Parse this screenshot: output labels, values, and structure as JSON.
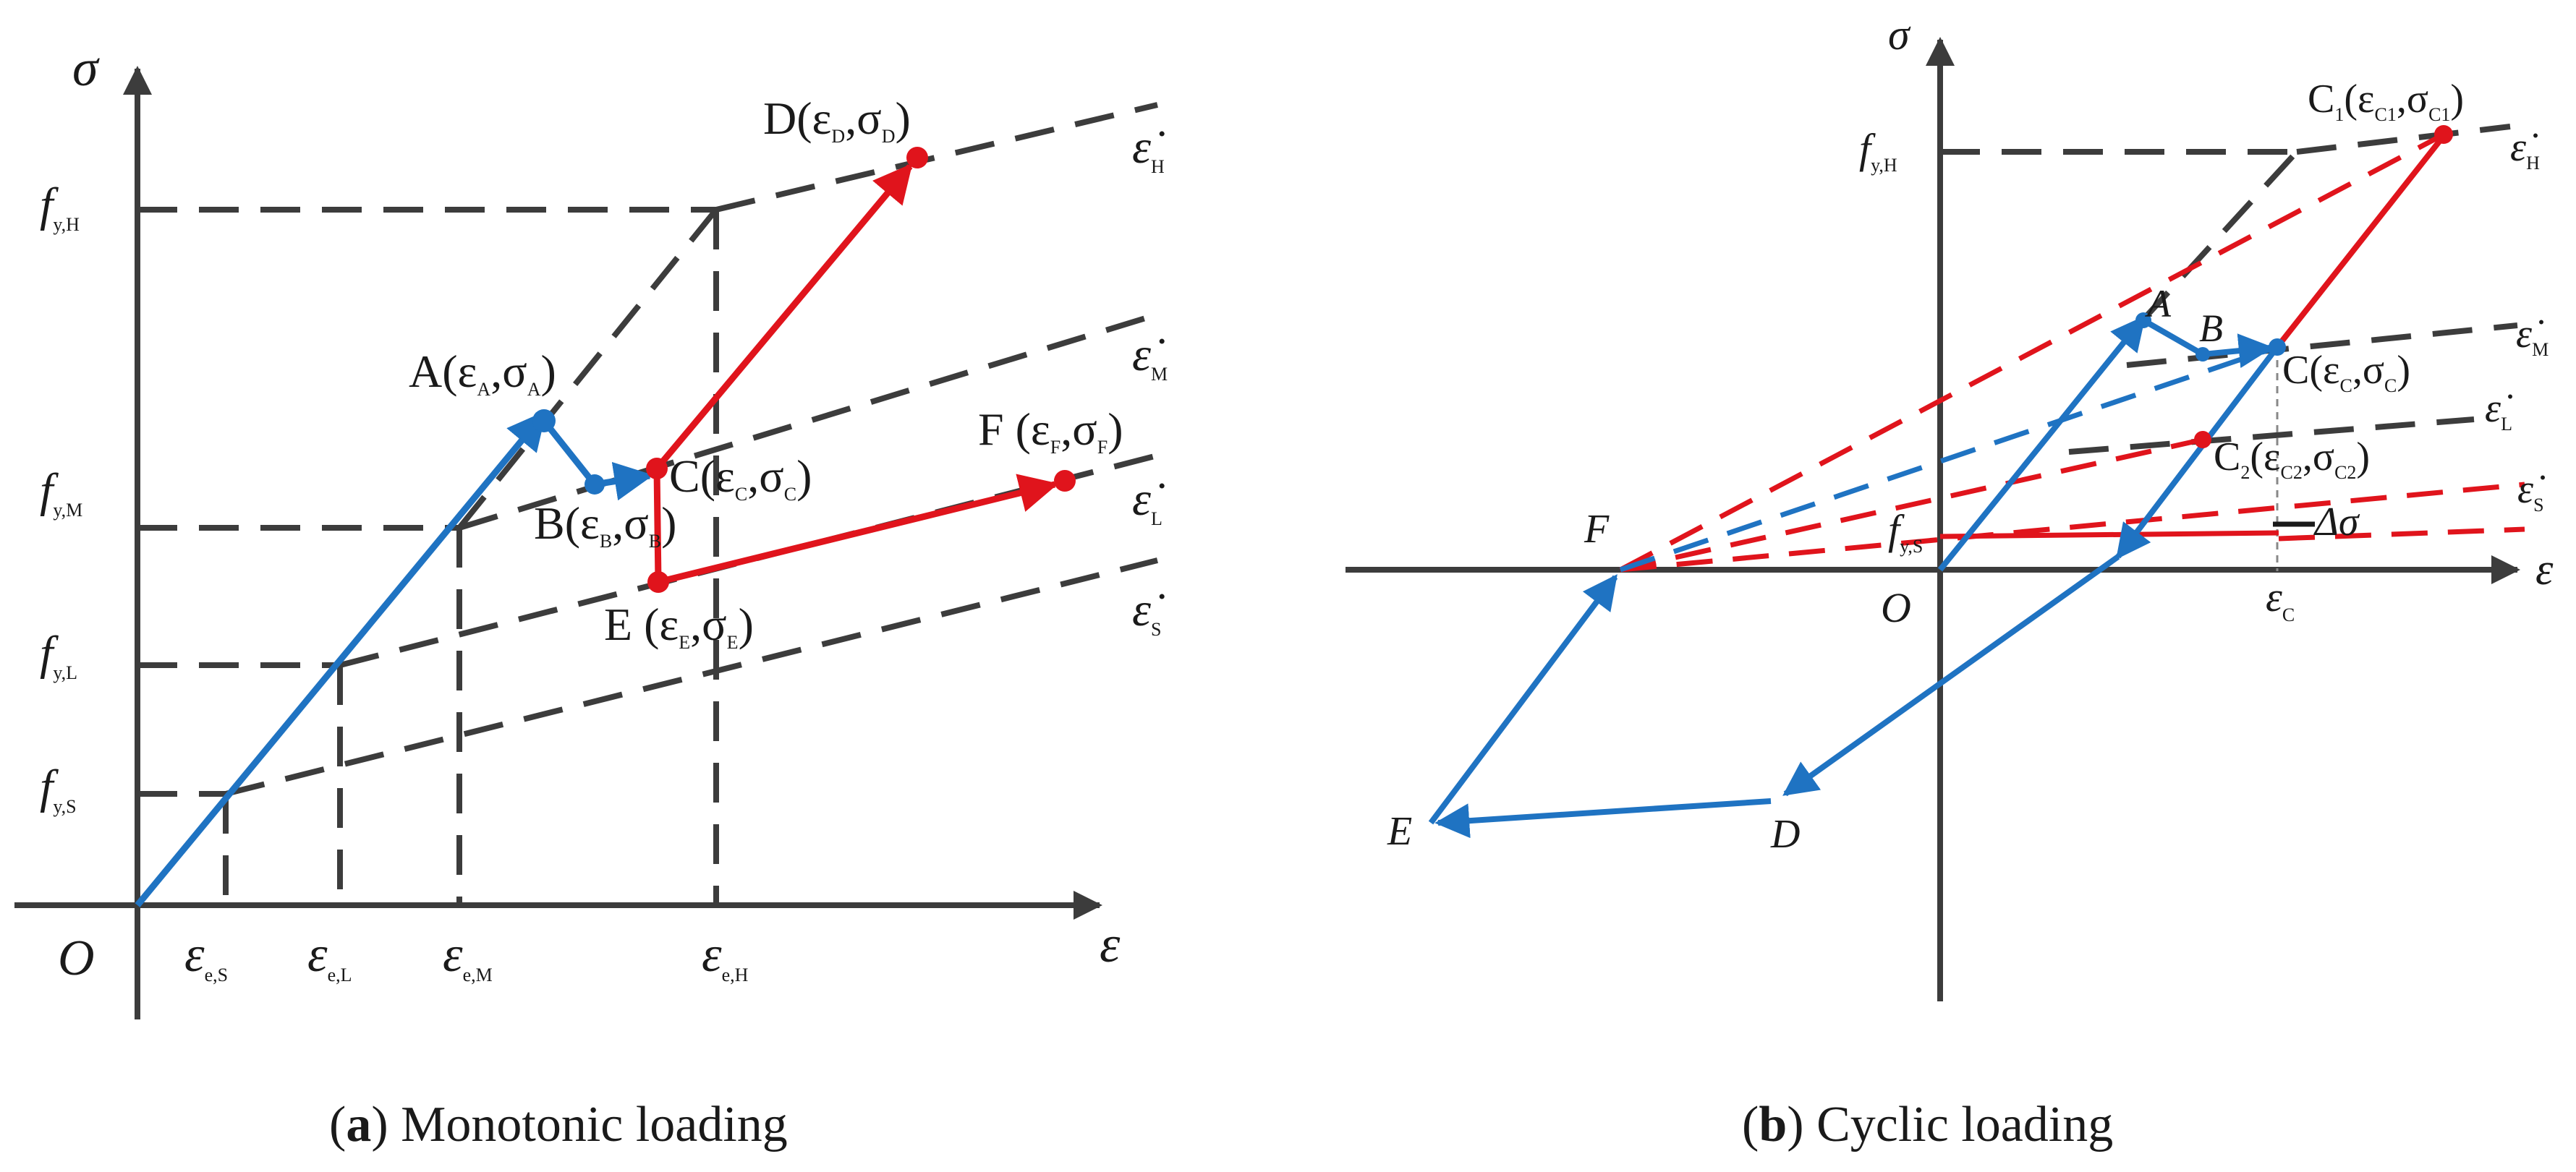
{
  "panel_a": {
    "y_axis_label": "σ",
    "x_axis_label": "ε",
    "origin": "O",
    "y_ticks": [
      {
        "main": "f",
        "sub": "y,H"
      },
      {
        "main": "f",
        "sub": "y,M"
      },
      {
        "main": "f",
        "sub": "y,L"
      },
      {
        "main": "f",
        "sub": "y,S"
      }
    ],
    "x_ticks": [
      {
        "main": "ε",
        "sub": "e,S"
      },
      {
        "main": "ε",
        "sub": "e,L"
      },
      {
        "main": "ε",
        "sub": "e,M"
      },
      {
        "main": "ε",
        "sub": "e,H"
      }
    ],
    "rate_labels": [
      {
        "main": "ε̇",
        "sub": "H"
      },
      {
        "main": "ε̇",
        "sub": "M"
      },
      {
        "main": "ε̇",
        "sub": "L"
      },
      {
        "main": "ε̇",
        "sub": "S"
      }
    ],
    "points": [
      {
        "pre": "A(ε",
        "s1": "A",
        "mid": ",σ",
        "s2": "A",
        "post": ")"
      },
      {
        "pre": "B(ε",
        "s1": "B",
        "mid": ",σ",
        "s2": "B",
        "post": ")"
      },
      {
        "pre": "C(ε",
        "s1": "C",
        "mid": ",σ",
        "s2": "C",
        "post": ")"
      },
      {
        "pre": "D(ε",
        "s1": "D",
        "mid": ",σ",
        "s2": "D",
        "post": ")"
      },
      {
        "pre": "E (ε",
        "s1": "E",
        "mid": ",σ",
        "s2": "E",
        "post": ")"
      },
      {
        "pre": "F (ε",
        "s1": "F",
        "mid": ",σ",
        "s2": "F",
        "post": ")"
      }
    ],
    "caption": {
      "letter": "a",
      "text": " Monotonic loading"
    }
  },
  "panel_b": {
    "y_axis_label": "σ",
    "x_axis_label": "ε",
    "origin": "O",
    "y_ticks": [
      {
        "main": "f",
        "sub": "y,H"
      },
      {
        "main": "f",
        "sub": "y,S"
      }
    ],
    "x_tick": {
      "main": "ε",
      "sub": "C"
    },
    "rate_labels": [
      {
        "main": "ε̇",
        "sub": "H"
      },
      {
        "main": "ε̇",
        "sub": "M"
      },
      {
        "main": "ε̇",
        "sub": "L"
      },
      {
        "main": "ε̇",
        "sub": "S"
      }
    ],
    "point_labels": [
      "A",
      "B",
      "D",
      "E",
      "F"
    ],
    "point_c": {
      "pre": "C(ε",
      "s1": "C",
      "mid": ",σ",
      "s2": "C",
      "post": ")"
    },
    "point_c1": {
      "pre": "C",
      "s0": "1",
      "mid1": "(ε",
      "s1": "C1",
      "mid2": ",σ",
      "s2": "C1",
      "post": ")"
    },
    "point_c2": {
      "pre": "C",
      "s0": "2",
      "mid1": "(ε",
      "s1": "C2",
      "mid2": ",σ",
      "s2": "C2",
      "post": ")"
    },
    "delta": "Δσ",
    "caption": {
      "letter": "b",
      "text": " Cyclic loading"
    }
  },
  "colors": {
    "blue": "#1f73c2",
    "red": "#e0141c",
    "dash": "#3c3c3c",
    "axis": "#3c3c3c"
  }
}
